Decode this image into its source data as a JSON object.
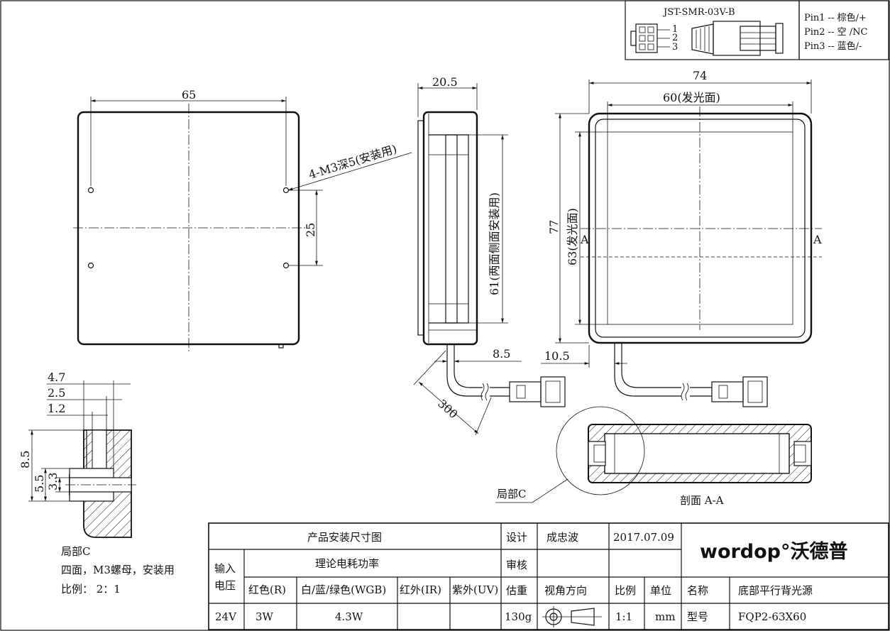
{
  "connector": {
    "model": "JST-SMR-03V-B",
    "pin_numbers": [
      "1",
      "2",
      "3"
    ],
    "pins": [
      "Pin1 -- 棕色/+",
      "Pin2 -- 空 /NC",
      "Pin3 -- 蓝色/-"
    ]
  },
  "front_view": {
    "width_dim": "65",
    "hole_spacing_dim": "25",
    "hole_note": "4-M3深5(安装用)"
  },
  "side_view": {
    "thickness_dim": "20.5",
    "side_mount_dim": "61(两面侧面安装用)",
    "cable_offset_dim": "8.5",
    "cable_length_dim": "300"
  },
  "right_view": {
    "outer_width_dim": "74",
    "emit_width_dim": "60(发光面)",
    "outer_height_dim": "77",
    "emit_height_dim": "63(发光面)",
    "cable_offset_dim": "10.5",
    "section_mark": "A"
  },
  "detail": {
    "dims": [
      "4.7",
      "2.5",
      "1.2",
      "8.5",
      "5.5",
      "3.3"
    ],
    "title": "局部C",
    "desc": "四面，M3螺母，安装用",
    "scale": "比例： 2：1"
  },
  "section": {
    "callout": "局部C",
    "label": "剖面 A-A"
  },
  "title_block": {
    "drawing_title": "产品安装尺寸图",
    "design_label": "设计",
    "designer": "成忠波",
    "date": "2017.07.09",
    "review_label": "审核",
    "input_voltage_label_1": "输入",
    "input_voltage_label_2": "电压",
    "power_label": "理论电耗功率",
    "col_red": "红色(R)",
    "col_wgb": "白/蓝/绿色(WGB)",
    "col_ir": "红外(IR)",
    "col_uv": "紫外(UV)",
    "weight_label": "估重",
    "view_dir_label": "视角方向",
    "scale_label": "比例",
    "unit_label": "单位",
    "name_label": "名称",
    "name_value": "底部平行背光源",
    "voltage": "24V",
    "red_power": "3W",
    "wgb_power": "4.3W",
    "weight": "130g",
    "scale_value": "1:1",
    "unit_value": "mm",
    "model_label": "型号",
    "model_value": "FQP2-63X60",
    "logo_text": "wordop°沃德普"
  }
}
